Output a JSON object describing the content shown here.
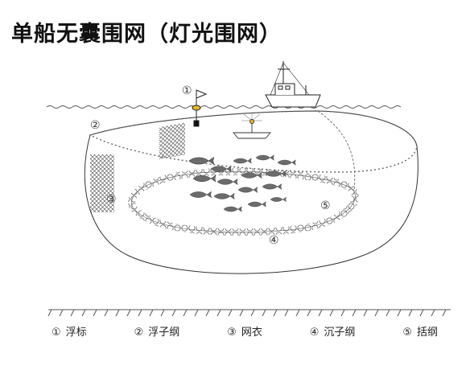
{
  "title": "单船无囊围网（灯光围网）",
  "colors": {
    "ink": "#222222",
    "water": "#555555",
    "float": "#e8b923",
    "fish": "#6b6b6b"
  },
  "callouts": [
    {
      "num": "①",
      "label": "浮标"
    },
    {
      "num": "②",
      "label": "浮子纲"
    },
    {
      "num": "③",
      "label": "网衣"
    },
    {
      "num": "④",
      "label": "沉子纲"
    },
    {
      "num": "⑤",
      "label": "括纲"
    }
  ]
}
